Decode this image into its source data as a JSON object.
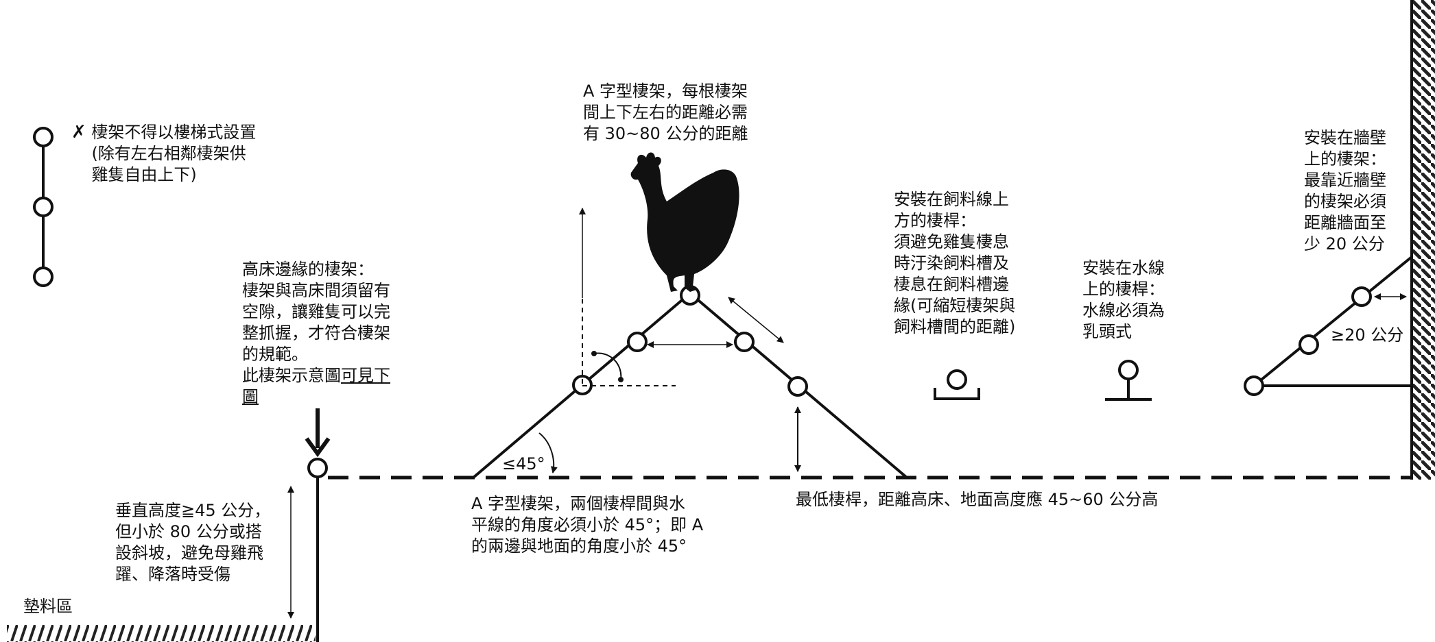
{
  "ladder_note": {
    "mark": "✗",
    "lines": "棲架不得以樓梯式設置\n(除有左右相鄰棲架供\n雞隻自由上下)"
  },
  "a_frame_top_note": "A 字型棲架，每根棲架\n間上下左右的距離必需\n有 30~80 公分的距離",
  "edge_perch_note": {
    "text": "高床邊緣的棲架：\n棲架與高床間須留有\n空隙，讓雞隻可以完\n整抓握，才符合棲架\n的規範。\n此棲架示意圖",
    "link": "可見下\n圖"
  },
  "feeder_note": "安裝在飼料線上\n方的棲桿：\n須避免雞隻棲息\n時汙染飼料槽及\n棲息在飼料槽邊\n緣(可縮短棲架與\n飼料槽間的距離)",
  "water_note": "安裝在水線\n上的棲桿：\n水線必須為\n乳頭式",
  "wall_note": "安裝在牆壁\n上的棲架：\n最靠近牆壁\n的棲架必須\n距離牆面至\n少 20 公分",
  "wall_distance_label": "≥20 公分",
  "angle_label": "≤45°",
  "angle_note": "A  字型棲架，兩個棲桿間與水\n平線的角度必須小於 45°；即 A\n的兩邊與地面的角度小於 45°",
  "lowest_perch_note": "最低棲桿，距離高床、地面高度應 45~60 公分高",
  "vertical_note": "垂直高度≧45 公分，\n但小於 80 公分或搭\n設斜坡，避免母雞飛\n躍、降落時受傷",
  "litter_label": "墊料區"
}
